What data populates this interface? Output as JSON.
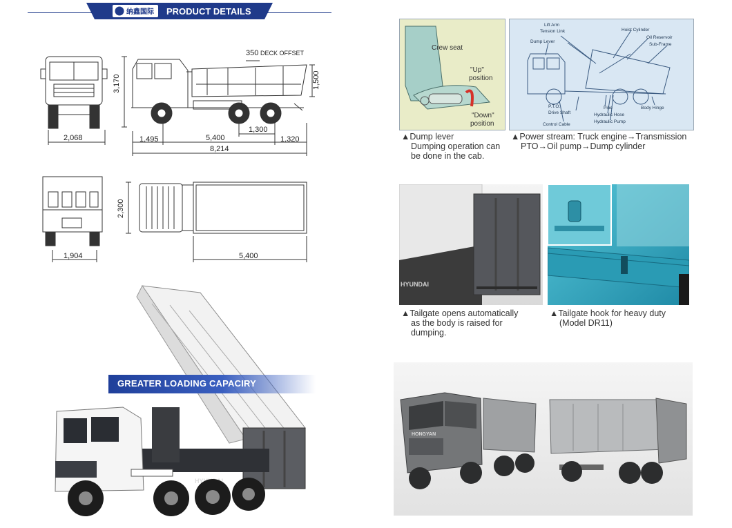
{
  "header": {
    "logo_text": "纳鑫国际",
    "title": "PRODUCT DETAILS",
    "accent_color": "#1f3a8a"
  },
  "drawings": {
    "height_side": "3,170",
    "deck_offset": "350",
    "deck_offset_label": "DECK OFFSET",
    "body_height": "1,500",
    "front_width": "2,068",
    "front_overhang": "1,495",
    "wheelbase": "5,400",
    "tandem": "1,300",
    "rear_overhang": "1,320",
    "overall_length": "8,214",
    "top_width": "2,300",
    "rear_width": "1,904",
    "body_length": "5,400"
  },
  "dump_lever": {
    "labels": [
      "Crew seat",
      "\"Up\"",
      "position",
      "\"Down\"",
      "position"
    ],
    "caption_lines": [
      "▲Dump lever",
      "Dumping operation can",
      "be done in the cab."
    ]
  },
  "power_stream": {
    "labels": {
      "lift_arm": "Lift Arm",
      "tension_link": "Tension Link",
      "dump_lever": "Dump Lever",
      "hoist_cylinder": "Hoist Cylinder",
      "oil_reservoir": "Oil Reservoir",
      "sub_frame": "Sub-Frame",
      "pto": "P.T.O.",
      "drive_shaft": "Drive Shaft",
      "control_cable": "Control Cable",
      "pipe": "Pipe",
      "hydraulic_hose": "Hydraulic Hose",
      "hydraulic_pump": "Hydraulic Pump",
      "body_hinge": "Body Hinge"
    },
    "caption_lines": [
      "▲Power stream: Truck engine→Transmission",
      "PTO→Oil pump→Dump cylinder"
    ]
  },
  "tailgate": {
    "brand": "HYUNDAI",
    "caption_lines": [
      "▲Tailgate opens automatically",
      "as the body is raised for",
      "dumping."
    ]
  },
  "hook": {
    "caption_lines": [
      "▲Tailgate hook for heavy duty",
      "(Model DR11)"
    ]
  },
  "hero": {
    "band_text": "GREATER LOADING CAPACIRY",
    "brand": "HYUNDAI",
    "band_color": "#1f3f9a"
  },
  "render_photo": {
    "front_brand": "HONGYAN"
  }
}
